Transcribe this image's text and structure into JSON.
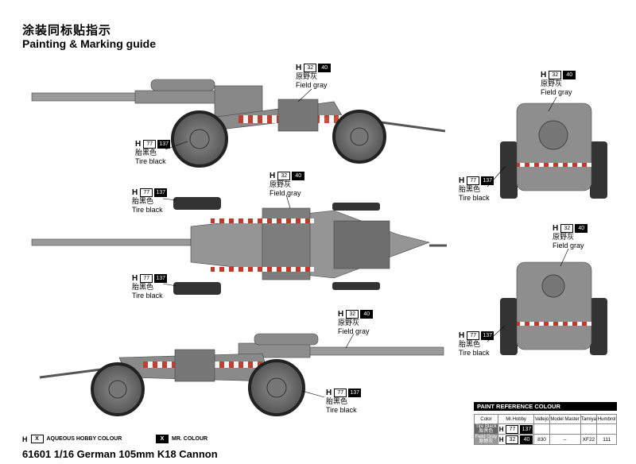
{
  "title_cn": "涂装同标贴指示",
  "title_en": "Painting & Marking guide",
  "footer_title": "61601 1/16 German 105mm K18 Cannon",
  "paint_h": "H",
  "callouts": {
    "c1": {
      "code1": "32",
      "code2": "40",
      "cn": "原野灰",
      "en": "Field gray"
    },
    "c2": {
      "code1": "77",
      "code2": "137",
      "cn": "胎黑色",
      "en": "Tire black"
    },
    "c3": {
      "code1": "32",
      "code2": "40",
      "cn": "原野灰",
      "en": "Field gray"
    },
    "c4": {
      "code1": "77",
      "code2": "137",
      "cn": "胎黑色",
      "en": "Tire black"
    },
    "c5": {
      "code1": "77",
      "code2": "137",
      "cn": "胎黑色",
      "en": "Tire black"
    },
    "c6": {
      "code1": "32",
      "code2": "40",
      "cn": "原野灰",
      "en": "Field gray"
    },
    "c7": {
      "code1": "77",
      "code2": "137",
      "cn": "胎黑色",
      "en": "Tire black"
    },
    "c8": {
      "code1": "32",
      "code2": "40",
      "cn": "原野灰",
      "en": "Field gray"
    },
    "c9": {
      "code1": "77",
      "code2": "137",
      "cn": "胎黑色",
      "en": "Tire black"
    },
    "c10": {
      "code1": "32",
      "code2": "40",
      "cn": "原野灰",
      "en": "Field gray"
    },
    "c11": {
      "code1": "77",
      "code2": "137",
      "cn": "胎黑色",
      "en": "Tire black"
    }
  },
  "legend": {
    "aqueous_box": "X",
    "aqueous_label": "AQUEOUS HOBBY COLOUR",
    "mr_box": "X",
    "mr_label": "MR. COLOUR"
  },
  "ref": {
    "header": "PAINT  REFERENCE COLOUR",
    "cols": [
      "Color",
      "Mr.Hobby",
      "Vallejo",
      "Model Master",
      "Tamiya",
      "Humbrol"
    ],
    "rows": [
      {
        "name_en": "Tire Black",
        "name_cn": "胎黑色",
        "h": "H",
        "c1": "77",
        "c2": "137",
        "vallejo": "",
        "mm": "",
        "tamiya": "",
        "humbrol": ""
      },
      {
        "name_en": "Field Gray",
        "name_cn": "原野灰",
        "h": "H",
        "c1": "32",
        "c2": "40",
        "vallejo": "830",
        "mm": "–",
        "tamiya": "XF22",
        "humbrol": "111"
      }
    ]
  },
  "colors": {
    "gray": "#9a9a9a",
    "dark_gray": "#6e6e6e",
    "tire": "#3a3a3a",
    "red": "#c0392b"
  }
}
